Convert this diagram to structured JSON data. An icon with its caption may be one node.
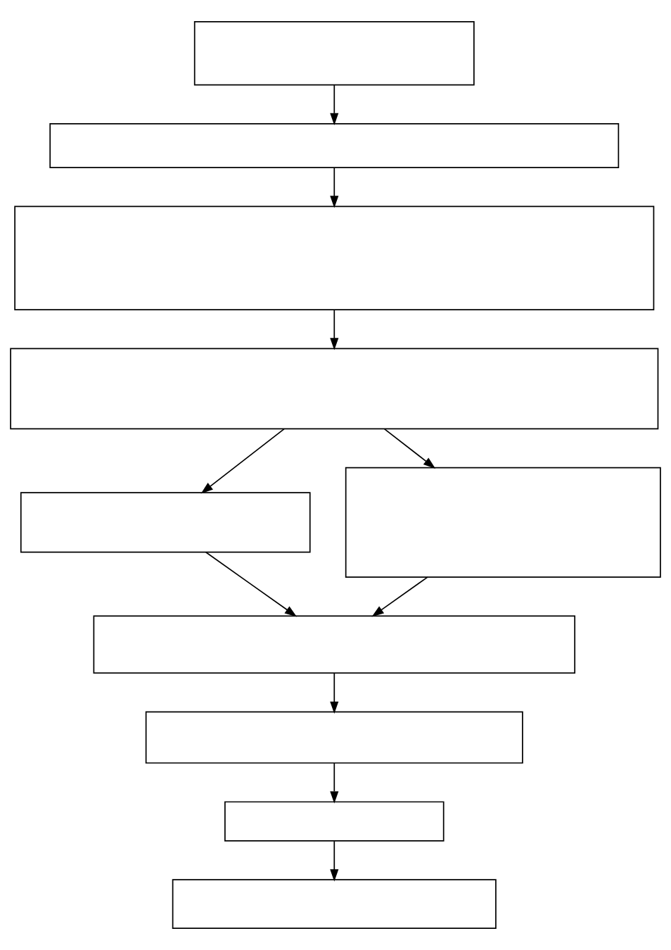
{
  "diagram": {
    "nodes": [
      {
        "text": [],
        "shape": "box"
      },
      {
        "text": [],
        "shape": "box"
      },
      {
        "text": [],
        "shape": "box"
      },
      {
        "text": [],
        "shape": "box"
      },
      {
        "text": [],
        "shape": "box"
      },
      {
        "text": [],
        "shape": "box"
      },
      {
        "text": [],
        "shape": "box"
      },
      {
        "text": [],
        "shape": "box"
      },
      {
        "text": [],
        "shape": "box"
      },
      {
        "text": [],
        "shape": "box"
      }
    ],
    "edges": [
      {
        "from": 0,
        "to": 1,
        "arrow": "to"
      },
      {
        "from": 1,
        "to": 2,
        "arrow": "to"
      },
      {
        "from": 2,
        "to": 3,
        "arrow": "to"
      },
      {
        "from": 3,
        "to": 4,
        "arrow": "to"
      },
      {
        "from": 3,
        "to": 5,
        "arrow": "to"
      },
      {
        "from": 4,
        "to": 6,
        "arrow": "to"
      },
      {
        "from": 5,
        "to": 6,
        "arrow": "to"
      },
      {
        "from": 6,
        "to": 7,
        "arrow": "to"
      },
      {
        "from": 7,
        "to": 8,
        "arrow": "to"
      },
      {
        "from": 8,
        "to": 9,
        "arrow": "to"
      }
    ]
  }
}
